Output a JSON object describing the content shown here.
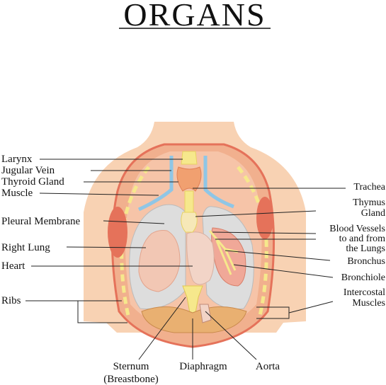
{
  "title": "ORGANS",
  "labels": {
    "larynx": "Larynx",
    "jugular_vein": "Jugular  Vein",
    "thyroid_gland": "Thyroid  Gland",
    "muscle": "Muscle",
    "pleural_membrane": "Pleural  Membrane",
    "right_lung": "Right  Lung",
    "heart": "Heart",
    "ribs": "Ribs",
    "trachea": "Trachea",
    "thymus_line1": "Thymus",
    "thymus_line2": "Gland",
    "blood_vessels_line1": "Blood Vessels",
    "blood_vessels_line2": "to  and  from",
    "blood_vessels_line3": "the  Lungs",
    "bronchus": "Bronchus",
    "bronchiole": "Bronchiole",
    "intercostal_line1": "Intercostal",
    "intercostal_line2": "Muscles",
    "sternum_line1": "Sternum",
    "sternum_line2": "(Breastbone)",
    "diaphragm": "Diaphragm",
    "aorta": "Aorta"
  },
  "colors": {
    "skin": "#f8d2b3",
    "chest_wall": "#f1b08e",
    "muscle_red": "#e5725a",
    "lung": "#dddddd",
    "bone": "#f6e88c",
    "vein_blue": "#8fc6e6",
    "heart": "#f2d4c7"
  }
}
